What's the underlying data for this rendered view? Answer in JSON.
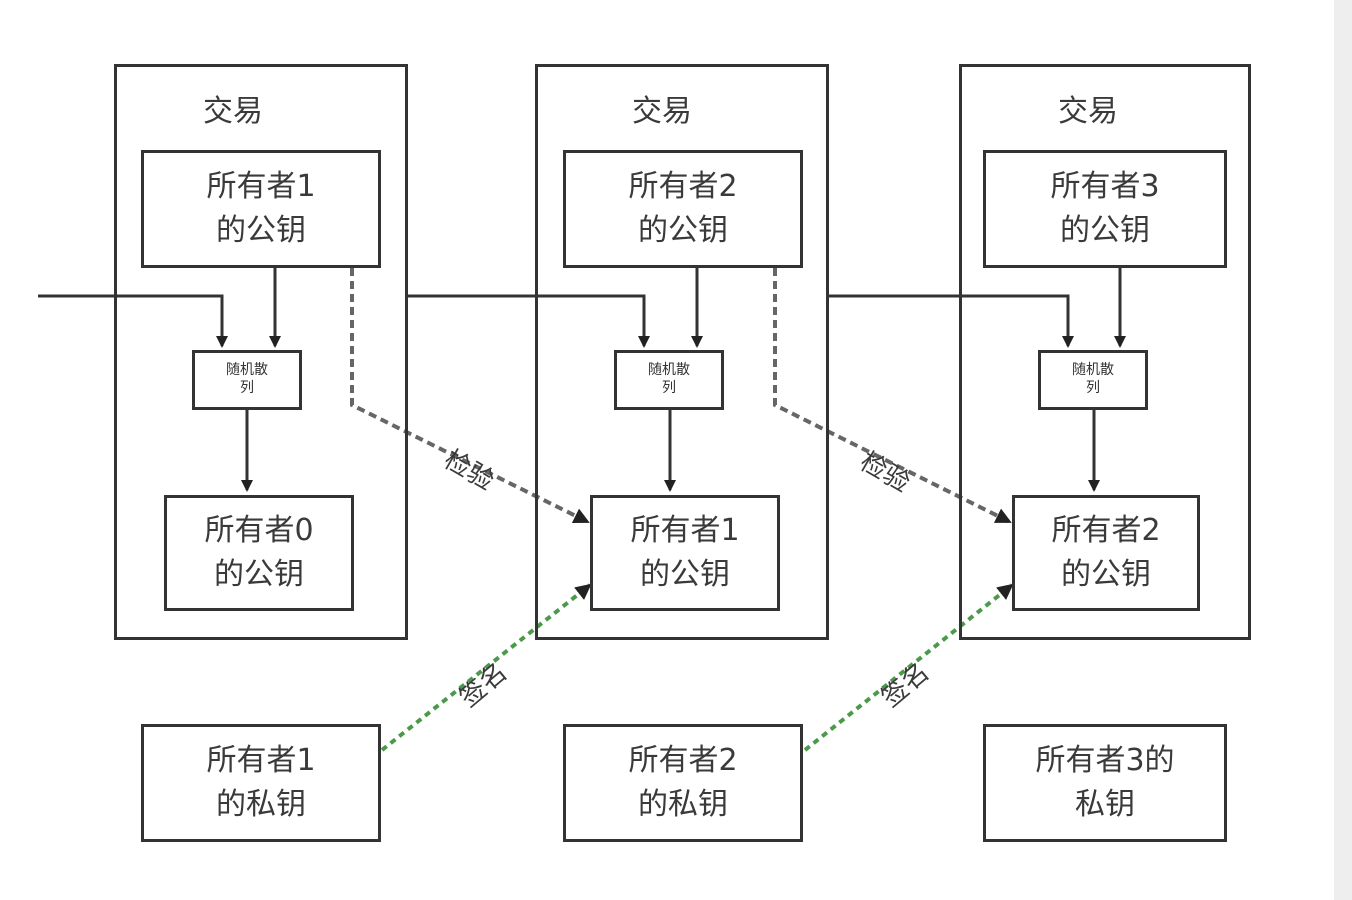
{
  "transactions": [
    {
      "title": "交易",
      "owner_pubkey": [
        "所有者1",
        "的公钥"
      ],
      "hash": [
        "随机散",
        "列"
      ],
      "prev_pubkey": [
        "所有者0",
        "的公钥"
      ]
    },
    {
      "title": "交易",
      "owner_pubkey": [
        "所有者2",
        "的公钥"
      ],
      "hash": [
        "随机散",
        "列"
      ],
      "prev_pubkey": [
        "所有者1",
        "的公钥"
      ]
    },
    {
      "title": "交易",
      "owner_pubkey": [
        "所有者3",
        "的公钥"
      ],
      "hash": [
        "随机散",
        "列"
      ],
      "prev_pubkey": [
        "所有者2",
        "的公钥"
      ]
    }
  ],
  "private_keys": [
    [
      "所有者1",
      "的私钥"
    ],
    [
      "所有者2",
      "的私钥"
    ],
    [
      "所有者3的",
      "私钥"
    ]
  ],
  "edge_labels": {
    "verify": "检验",
    "sign": "签名"
  },
  "colors": {
    "line": "#333333",
    "verify_dash": "#666666",
    "sign_dash": "#4a9a4a"
  }
}
